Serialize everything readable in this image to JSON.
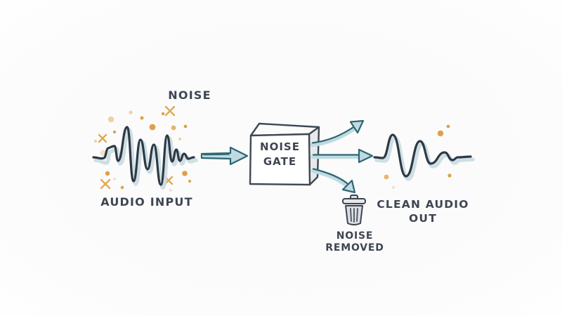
{
  "diagram": {
    "title_context": "noise gate audio flow diagram",
    "labels": {
      "noise": "NOISE",
      "audio_input": "AUDIO INPUT",
      "gate_line1": "NOISE",
      "gate_line2": "GATE",
      "clean_line1": "CLEAN AUDIO",
      "clean_line2": "OUT",
      "removed_line1": "NOISE",
      "removed_line2": "REMOVED"
    },
    "colors": {
      "background": "#fbfbfc",
      "ink_text": "#3e4651",
      "waveform_line": "#2e3945",
      "waveform_shadow": "#c9dbe1",
      "arrow_stroke": "#2e6672",
      "arrow_fill": "#bfdbe1",
      "speck_orange": "#dfa049",
      "speck_pale": "#eed0a4",
      "speck_faint": "#f2e0cb",
      "box_front": "#ffffff",
      "box_side": "#e7e9eb",
      "box_outline": "#3f4854",
      "trash_fill": "#dcdfe2"
    }
  }
}
